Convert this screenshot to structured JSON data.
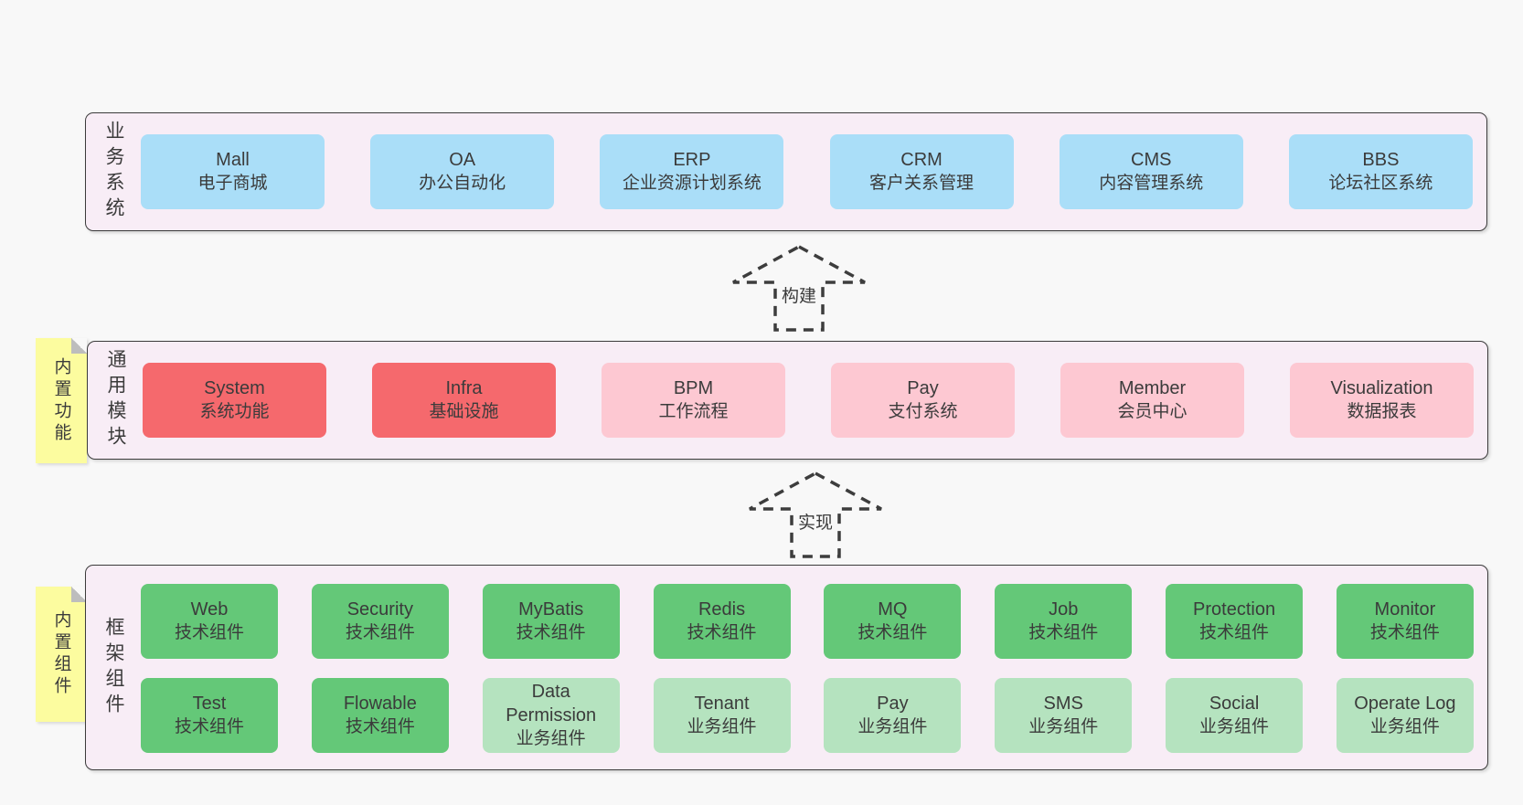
{
  "colors": {
    "page_bg": "#f8f8f8",
    "layer_bg": "#f8edf6",
    "layer_border": "#3c3c3c",
    "text": "#3b3b3b",
    "blue": "#aadef8",
    "red": "#f5696d",
    "pink": "#fdc8d2",
    "green": "#64c878",
    "light_green": "#b5e3bf",
    "note_yellow": "#fcfc9f",
    "note_fold": "#bdbdbd",
    "arrow": "#3d3d3d"
  },
  "layers": {
    "business": {
      "label": "业务系统",
      "boxes": [
        {
          "title": "Mall",
          "subtitle": "电子商城",
          "color": "blue"
        },
        {
          "title": "OA",
          "subtitle": "办公自动化",
          "color": "blue"
        },
        {
          "title": "ERP",
          "subtitle": "企业资源计划系统",
          "color": "blue"
        },
        {
          "title": "CRM",
          "subtitle": "客户关系管理",
          "color": "blue"
        },
        {
          "title": "CMS",
          "subtitle": "内容管理系统",
          "color": "blue"
        },
        {
          "title": "BBS",
          "subtitle": "论坛社区系统",
          "color": "blue"
        }
      ]
    },
    "modules": {
      "label": "通用模块",
      "note": "内置功能",
      "boxes": [
        {
          "title": "System",
          "subtitle": "系统功能",
          "color": "red"
        },
        {
          "title": "Infra",
          "subtitle": "基础设施",
          "color": "red"
        },
        {
          "title": "BPM",
          "subtitle": "工作流程",
          "color": "pink"
        },
        {
          "title": "Pay",
          "subtitle": "支付系统",
          "color": "pink"
        },
        {
          "title": "Member",
          "subtitle": "会员中心",
          "color": "pink"
        },
        {
          "title": "Visualization",
          "subtitle": "数据报表",
          "color": "pink"
        }
      ]
    },
    "components": {
      "label": "框架组件",
      "note": "内置组件",
      "rows": [
        [
          {
            "title": "Web",
            "subtitle": "技术组件",
            "color": "green"
          },
          {
            "title": "Security",
            "subtitle": "技术组件",
            "color": "green"
          },
          {
            "title": "MyBatis",
            "subtitle": "技术组件",
            "color": "green"
          },
          {
            "title": "Redis",
            "subtitle": "技术组件",
            "color": "green"
          },
          {
            "title": "MQ",
            "subtitle": "技术组件",
            "color": "green"
          },
          {
            "title": "Job",
            "subtitle": "技术组件",
            "color": "green"
          },
          {
            "title": "Protection",
            "subtitle": "技术组件",
            "color": "green"
          },
          {
            "title": "Monitor",
            "subtitle": "技术组件",
            "color": "green"
          }
        ],
        [
          {
            "title": "Test",
            "subtitle": "技术组件",
            "color": "green"
          },
          {
            "title": "Flowable",
            "subtitle": "技术组件",
            "color": "green"
          },
          {
            "title": "Data Permission",
            "subtitle": "业务组件",
            "color": "light_green"
          },
          {
            "title": "Tenant",
            "subtitle": "业务组件",
            "color": "light_green"
          },
          {
            "title": "Pay",
            "subtitle": "业务组件",
            "color": "light_green"
          },
          {
            "title": "SMS",
            "subtitle": "业务组件",
            "color": "light_green"
          },
          {
            "title": "Social",
            "subtitle": "业务组件",
            "color": "light_green"
          },
          {
            "title": "Operate Log",
            "subtitle": "业务组件",
            "color": "light_green"
          }
        ]
      ]
    }
  },
  "arrows": [
    {
      "label": "构建"
    },
    {
      "label": "实现"
    }
  ]
}
